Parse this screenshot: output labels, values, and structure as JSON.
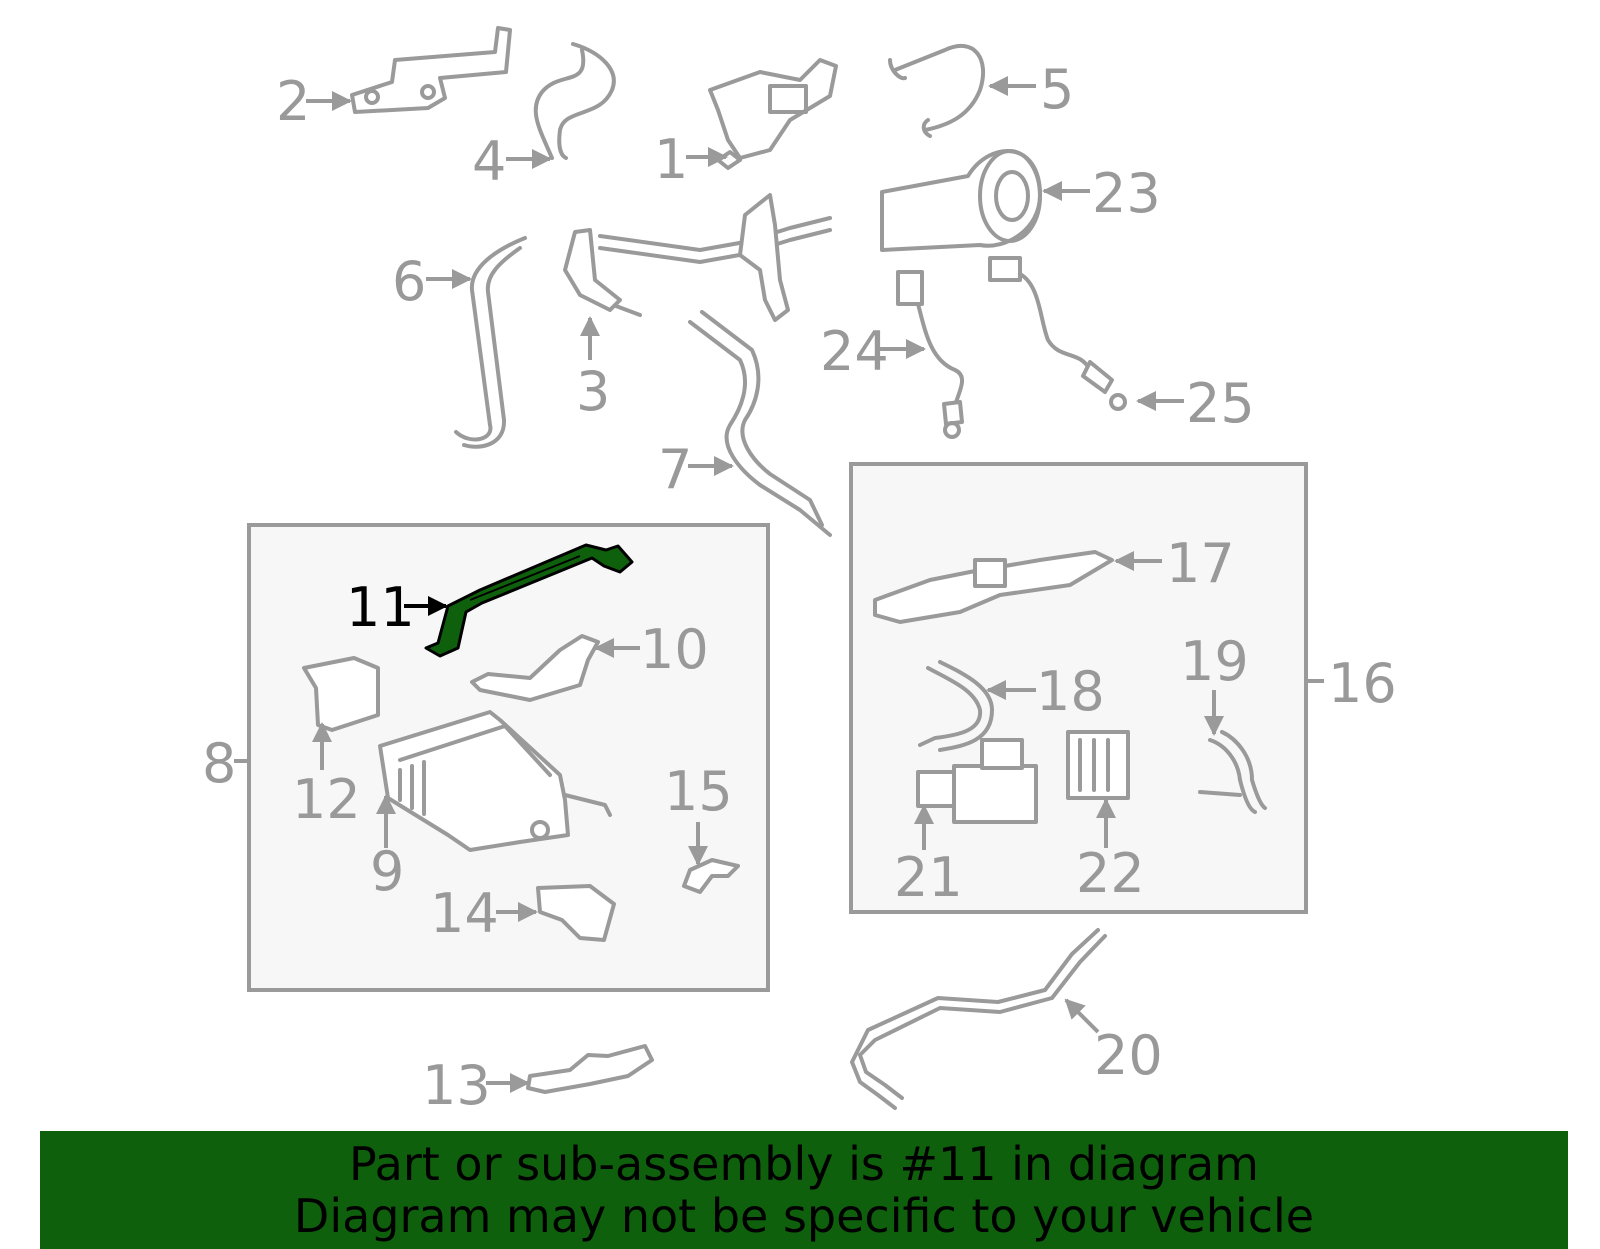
{
  "diagram": {
    "highlighted_part": "11",
    "highlight_color": "#0f600c",
    "line_color": "#9a9a9a",
    "callouts": {
      "c1": "1",
      "c2": "2",
      "c3": "3",
      "c4": "4",
      "c5": "5",
      "c6": "6",
      "c7": "7",
      "c8": "8",
      "c9": "9",
      "c10": "10",
      "c11": "11",
      "c12": "12",
      "c13": "13",
      "c14": "14",
      "c15": "15",
      "c16": "16",
      "c17": "17",
      "c18": "18",
      "c19": "19",
      "c20": "20",
      "c21": "21",
      "c22": "22",
      "c23": "23",
      "c24": "24",
      "c25": "25"
    }
  },
  "banner": {
    "line1": "Part or sub-assembly is #11 in diagram",
    "line2": "Diagram may not be specific to your vehicle",
    "background": "#0f600c"
  }
}
